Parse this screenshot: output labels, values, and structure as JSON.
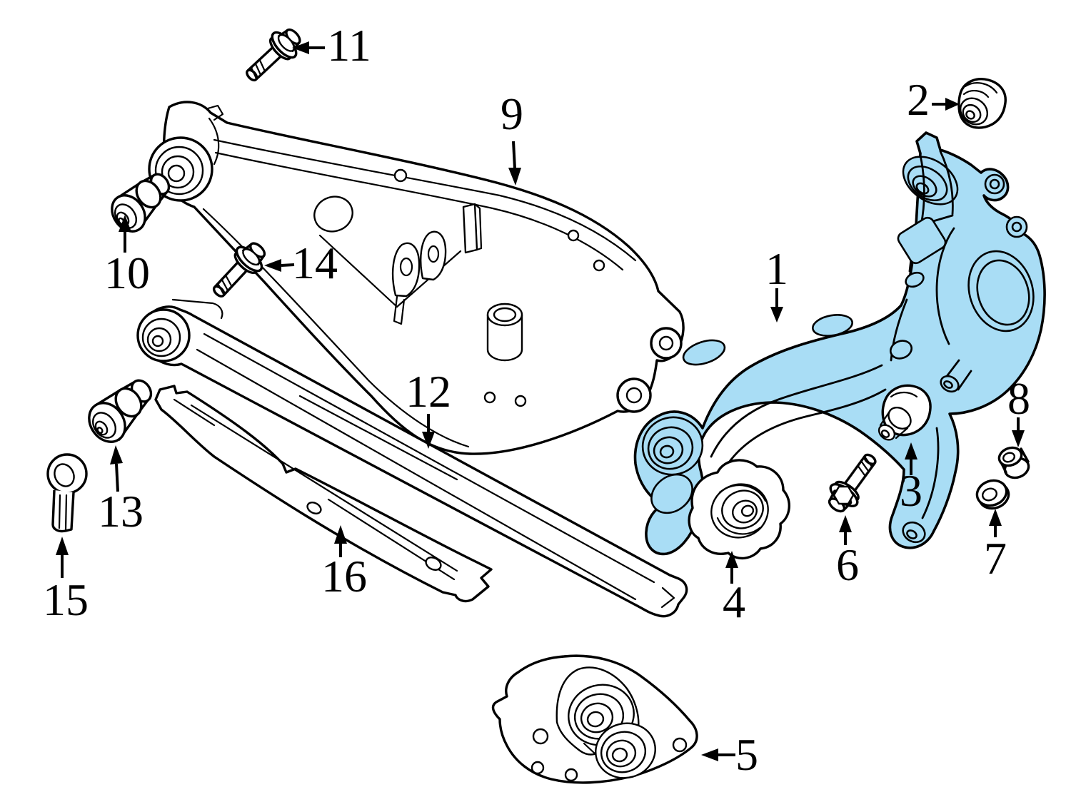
{
  "diagram": {
    "background_color": "#ffffff",
    "line_color": "#000000",
    "highlight_color": "#a9ddf5",
    "callouts": [
      {
        "number": "1",
        "highlighted": true
      },
      {
        "number": "2",
        "highlighted": false
      },
      {
        "number": "3",
        "highlighted": false
      },
      {
        "number": "4",
        "highlighted": false
      },
      {
        "number": "5",
        "highlighted": false
      },
      {
        "number": "6",
        "highlighted": false
      },
      {
        "number": "7",
        "highlighted": false
      },
      {
        "number": "8",
        "highlighted": false
      },
      {
        "number": "9",
        "highlighted": false
      },
      {
        "number": "10",
        "highlighted": false
      },
      {
        "number": "11",
        "highlighted": false
      },
      {
        "number": "12",
        "highlighted": false
      },
      {
        "number": "13",
        "highlighted": false
      },
      {
        "number": "14",
        "highlighted": false
      },
      {
        "number": "15",
        "highlighted": false
      },
      {
        "number": "16",
        "highlighted": false
      }
    ]
  }
}
